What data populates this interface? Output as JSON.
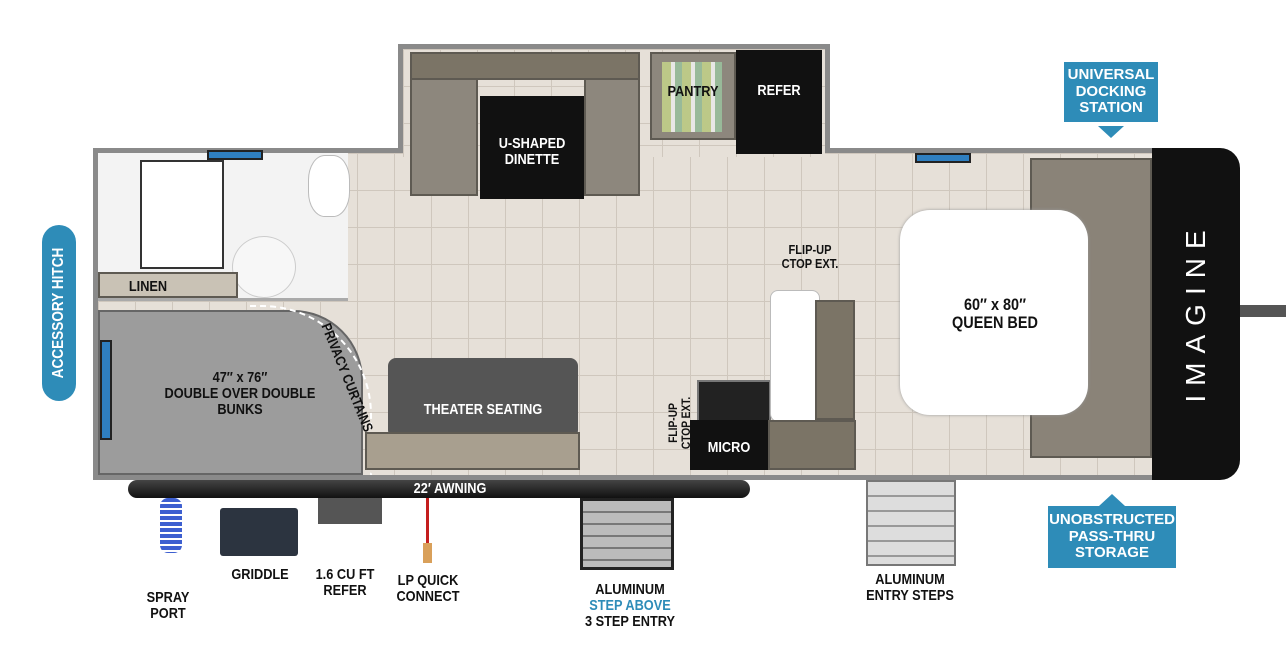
{
  "brand": "IMAGINE",
  "callouts": {
    "accessory_hitch": "ACCESSORY HITCH",
    "universal_docking": [
      "UNIVERSAL",
      "DOCKING",
      "STATION"
    ],
    "pass_thru": [
      "UNOBSTRUCTED",
      "PASS-THRU",
      "STORAGE"
    ]
  },
  "rooms": {
    "dinette": [
      "U-SHAPED",
      "DINETTE"
    ],
    "pantry": "PANTRY",
    "refer": "REFER",
    "linen": "LINEN",
    "bunks": [
      "47″ x 76″",
      "DOUBLE OVER DOUBLE",
      "BUNKS"
    ],
    "privacy": "PRIVACY CURTAINS",
    "theater": "THEATER SEATING",
    "flipup_top": [
      "FLIP-UP",
      "CTOP EXT."
    ],
    "flipup_side": [
      "FLIP-UP",
      "CTOP EXT."
    ],
    "micro": "MICRO",
    "bed": [
      "60″ x 80″",
      "QUEEN BED"
    ],
    "awning": "22′ AWNING"
  },
  "exterior": {
    "spray": [
      "SPRAY",
      "PORT"
    ],
    "griddle": "GRIDDLE",
    "mini_refer": [
      "1.6 CU FT",
      "REFER"
    ],
    "lp": [
      "LP QUICK",
      "CONNECT"
    ],
    "step_above": [
      "ALUMINUM",
      "STEP ABOVE",
      "3 STEP ENTRY"
    ],
    "entry_steps": [
      "ALUMINUM",
      "ENTRY STEPS"
    ]
  },
  "colors": {
    "accent": "#2e8cb8",
    "wall": "#8a8a8a",
    "floor": "#e6e0d8"
  }
}
